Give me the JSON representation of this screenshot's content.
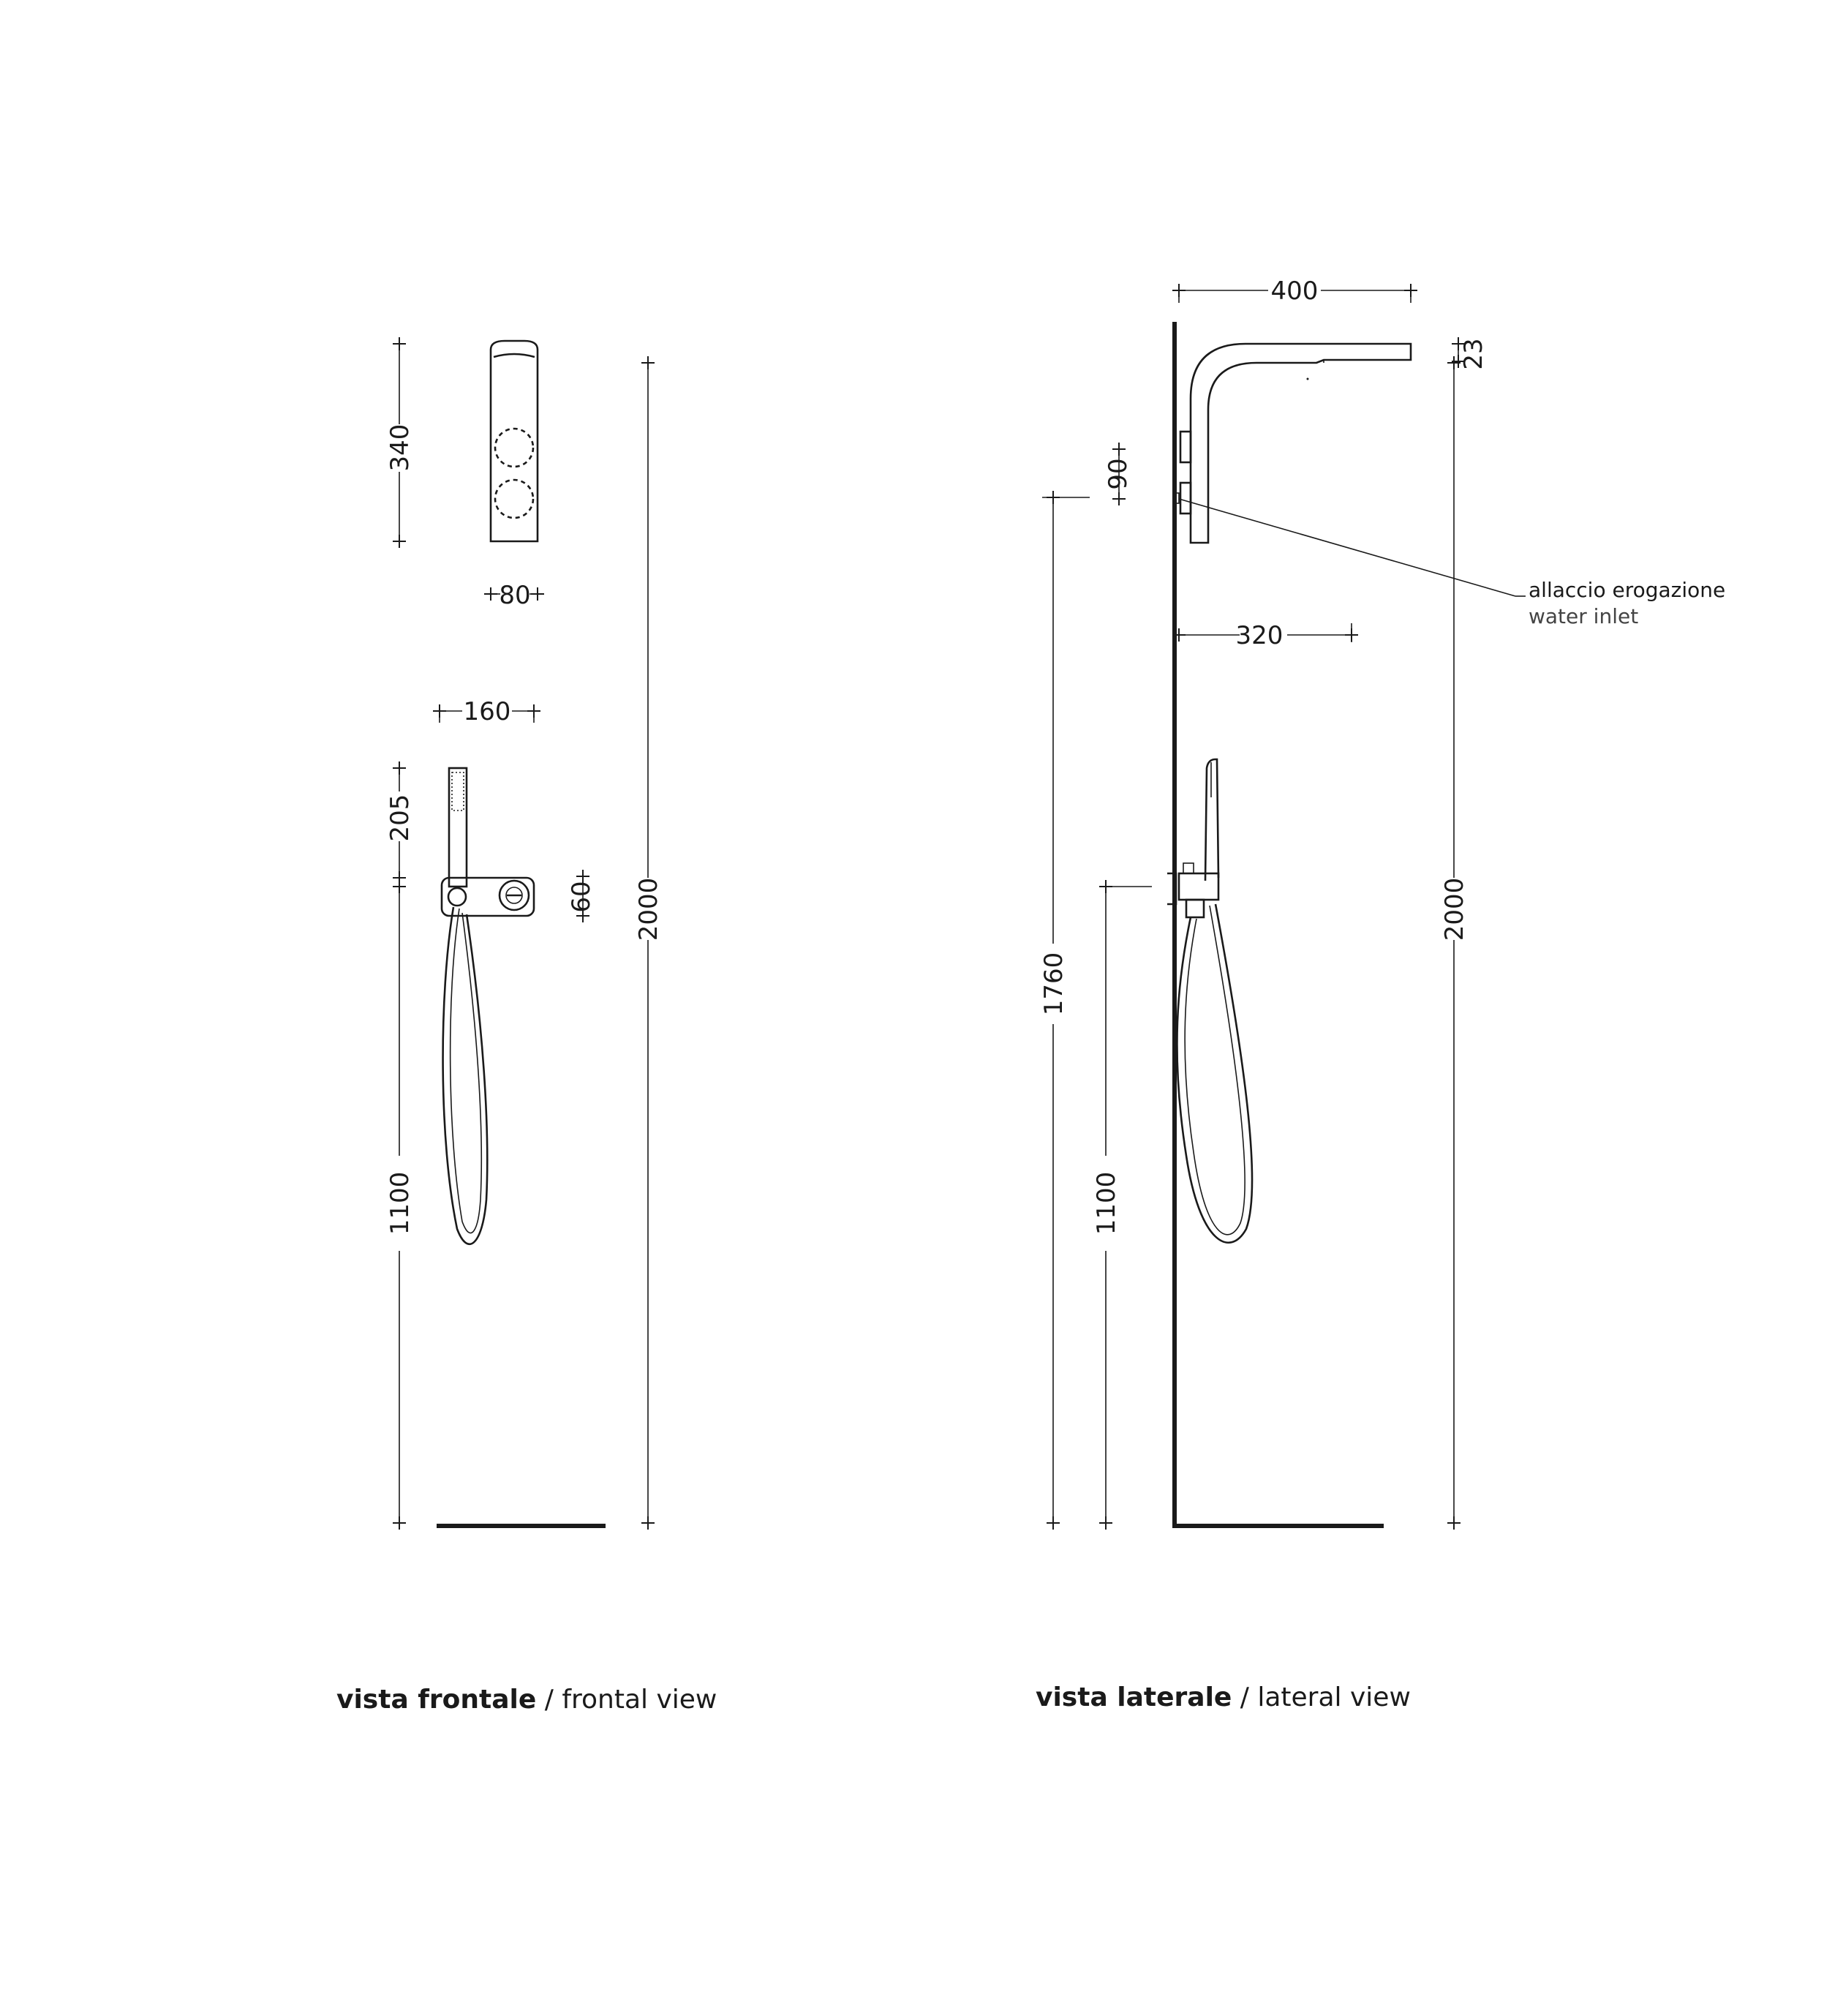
{
  "frontal_view": {
    "caption_bold": "vista frontale",
    "caption_rest": " / frontal view",
    "dims": {
      "panel_height": "340",
      "panel_width": "80",
      "holder_width": "160",
      "handshower_height": "205",
      "holder_height": "60",
      "total_height": "2000",
      "holder_floor_height": "1100"
    }
  },
  "lateral_view": {
    "caption_bold": "vista laterale",
    "caption_rest": " / lateral view",
    "dims": {
      "arm_length": "400",
      "head_thickness": "23",
      "inlet_offset": "90",
      "inlet_height": "1760",
      "projection": "320",
      "total_height": "2000",
      "holder_floor_height": "1100"
    },
    "note": {
      "label_it": "allaccio erogazione",
      "label_en": "water inlet"
    }
  }
}
